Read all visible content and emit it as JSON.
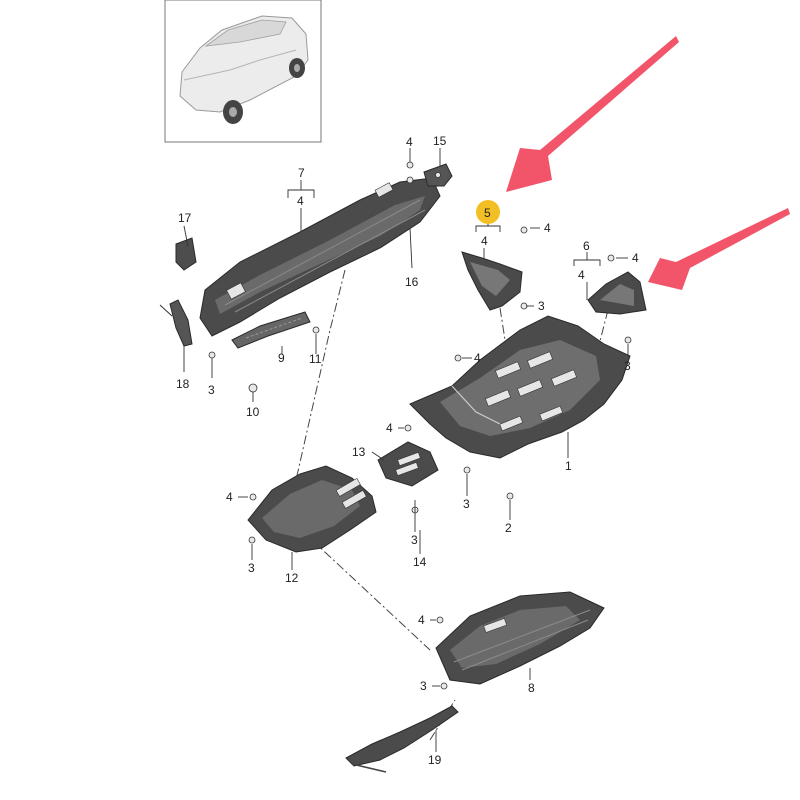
{
  "callouts": {
    "c1": "1",
    "c2": "2",
    "c3": "3",
    "c4": "4",
    "c5": "5",
    "c6": "6",
    "c7": "7",
    "c8": "8",
    "c9": "9",
    "c10": "10",
    "c11": "11",
    "c12": "12",
    "c13": "13",
    "c14": "14",
    "c15": "15",
    "c16": "16",
    "c17": "17",
    "c18": "18",
    "c19": "19"
  },
  "highlight": {
    "callout": "5",
    "color": "#f2c025"
  },
  "arrows": {
    "color": "#f2556a"
  },
  "colors": {
    "part_fill": "#4b4b4b",
    "part_dark": "#2f2f2f",
    "car": "#e9e9e9"
  }
}
